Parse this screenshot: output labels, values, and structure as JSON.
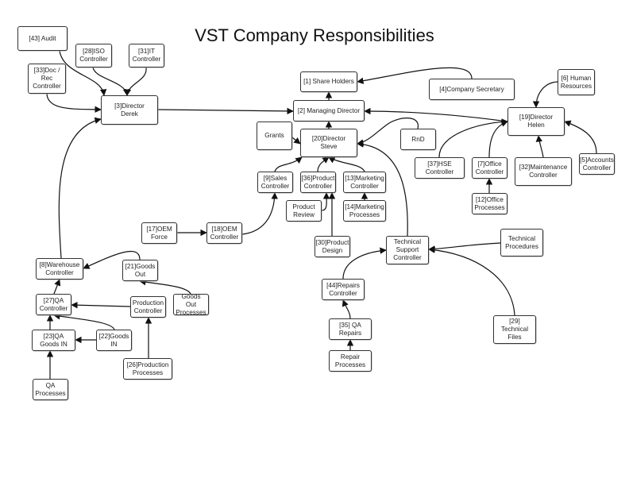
{
  "diagram": {
    "title": "VST Company Responsibilities",
    "nodes": [
      {
        "id": "audit",
        "label": "[43] Audit"
      },
      {
        "id": "iso",
        "label": "[28]ISO\nController"
      },
      {
        "id": "it",
        "label": "[31]IT\nController"
      },
      {
        "id": "docrec",
        "label": "[33]Doc /\nRec\nController"
      },
      {
        "id": "derek",
        "label": "[3]Director\nDerek"
      },
      {
        "id": "shareholders",
        "label": "[1] Share Holders"
      },
      {
        "id": "md",
        "label": "[2] Managing Director"
      },
      {
        "id": "secretary",
        "label": "[4]Company Secretary"
      },
      {
        "id": "hr",
        "label": "[6] Human\nResources"
      },
      {
        "id": "helen",
        "label": "[19]Director\nHelen"
      },
      {
        "id": "grants",
        "label": "Grants"
      },
      {
        "id": "steve",
        "label": "[20]Director\nSteve"
      },
      {
        "id": "rnd",
        "label": "RnD"
      },
      {
        "id": "hse",
        "label": "[37]HSE\nController"
      },
      {
        "id": "office",
        "label": "[7]Office\nController"
      },
      {
        "id": "maintenance",
        "label": "[32]Maintenance\nController"
      },
      {
        "id": "accounts",
        "label": "[5]Accounts\nController"
      },
      {
        "id": "officeproc",
        "label": "[12]Office\nProcesses"
      },
      {
        "id": "sales",
        "label": "[9]Sales\nController"
      },
      {
        "id": "product",
        "label": "[36]Product\nController"
      },
      {
        "id": "marketing",
        "label": "[13]Marketing\nController"
      },
      {
        "id": "review",
        "label": "Product\nReview"
      },
      {
        "id": "mktproc",
        "label": "[14]Marketing\nProcesses"
      },
      {
        "id": "design",
        "label": "[30]Product\nDesign"
      },
      {
        "id": "oemforce",
        "label": "[17]OEM\nForce"
      },
      {
        "id": "oemctrl",
        "label": "[18]OEM\nController"
      },
      {
        "id": "warehouse",
        "label": "[8]Warehouse\nController"
      },
      {
        "id": "goodsout",
        "label": "[21]Goods\nOut"
      },
      {
        "id": "qactrl",
        "label": "[27]QA\nController"
      },
      {
        "id": "production",
        "label": "Production\nController"
      },
      {
        "id": "goodsoutproc",
        "label": "Goods Out\nProcesses"
      },
      {
        "id": "qagoodsin",
        "label": "[23]QA\nGoods  IN"
      },
      {
        "id": "goodsin",
        "label": "[22]Goods\nIN"
      },
      {
        "id": "prodproc",
        "label": "[26]Production\nProcesses"
      },
      {
        "id": "qaproc",
        "label": "QA\nProcesses"
      },
      {
        "id": "techsupport",
        "label": "Technical\nSupport\nController"
      },
      {
        "id": "techproc",
        "label": "Technical\nProcedures"
      },
      {
        "id": "repairs",
        "label": "[44]Repairs\nController"
      },
      {
        "id": "qarepairs",
        "label": "[35] QA\nRepairs"
      },
      {
        "id": "repairproc",
        "label": "Repair\nProcesses"
      },
      {
        "id": "techfiles",
        "label": "[29] Technical\nFiles"
      }
    ],
    "edges": [
      {
        "from": "audit",
        "to": "derek"
      },
      {
        "from": "iso",
        "to": "derek"
      },
      {
        "from": "it",
        "to": "derek"
      },
      {
        "from": "docrec",
        "to": "derek"
      },
      {
        "from": "warehouse",
        "to": "derek"
      },
      {
        "from": "derek",
        "to": "md"
      },
      {
        "from": "md",
        "to": "shareholders"
      },
      {
        "from": "secretary",
        "to": "shareholders"
      },
      {
        "from": "helen",
        "to": "md"
      },
      {
        "from": "steve",
        "to": "md"
      },
      {
        "from": "grants",
        "to": "steve"
      },
      {
        "from": "rnd",
        "to": "steve"
      },
      {
        "from": "techsupport",
        "to": "steve"
      },
      {
        "from": "sales",
        "to": "steve"
      },
      {
        "from": "product",
        "to": "steve"
      },
      {
        "from": "marketing",
        "to": "steve"
      },
      {
        "from": "hr",
        "to": "helen"
      },
      {
        "from": "hse",
        "to": "helen"
      },
      {
        "from": "office",
        "to": "helen"
      },
      {
        "from": "maintenance",
        "to": "helen"
      },
      {
        "from": "accounts",
        "to": "helen"
      },
      {
        "from": "officeproc",
        "to": "office"
      },
      {
        "from": "review",
        "to": "product"
      },
      {
        "from": "design",
        "to": "product"
      },
      {
        "from": "mktproc",
        "to": "marketing"
      },
      {
        "from": "oemforce",
        "to": "oemctrl"
      },
      {
        "from": "oemctrl",
        "to": "sales"
      },
      {
        "from": "goodsout",
        "to": "warehouse"
      },
      {
        "from": "qactrl",
        "to": "warehouse"
      },
      {
        "from": "goodsoutproc",
        "to": "goodsout"
      },
      {
        "from": "production",
        "to": "qactrl"
      },
      {
        "from": "qagoodsin",
        "to": "qactrl"
      },
      {
        "from": "goodsin",
        "to": "qactrl"
      },
      {
        "from": "goodsin",
        "to": "qagoodsin"
      },
      {
        "from": "prodproc",
        "to": "production"
      },
      {
        "from": "qaproc",
        "to": "qagoodsin"
      },
      {
        "from": "repairs",
        "to": "techsupport"
      },
      {
        "from": "techproc",
        "to": "techsupport"
      },
      {
        "from": "techfiles",
        "to": "techsupport"
      },
      {
        "from": "qarepairs",
        "to": "repairs"
      },
      {
        "from": "repairproc",
        "to": "qarepairs"
      }
    ]
  }
}
